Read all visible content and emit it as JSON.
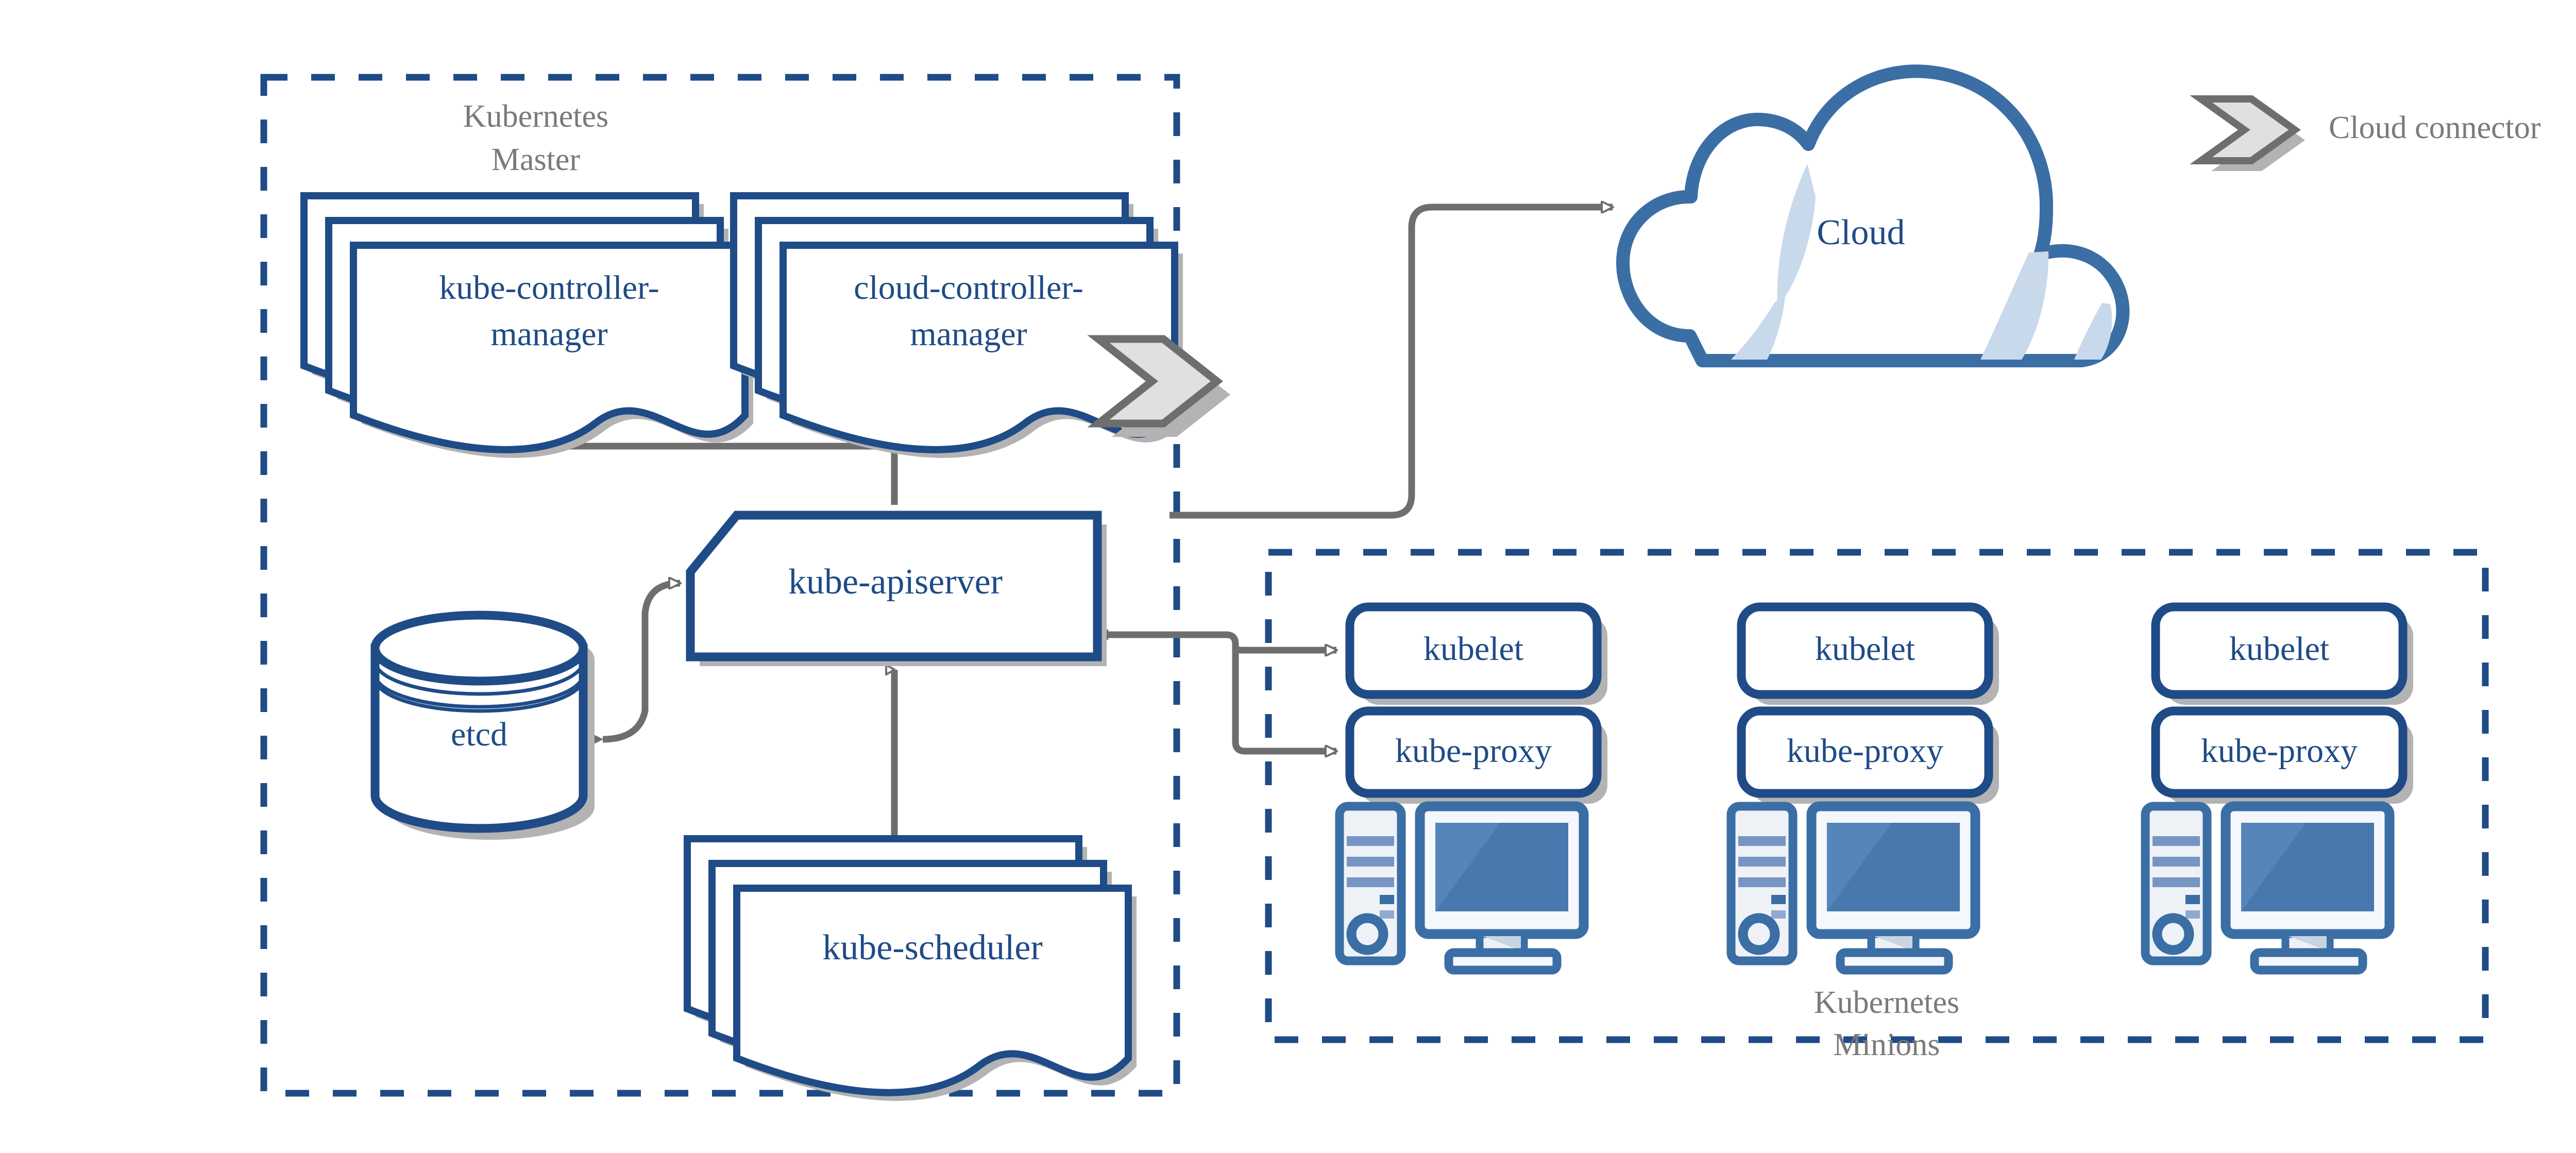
{
  "diagram": {
    "title_semantics": "kubernetes-architecture-diagram",
    "colors": {
      "primary_blue": "#1F4B87",
      "dash_blue": "#1F4B87",
      "cloud_blue": "#3A6EA5",
      "icon_blue": "#3A6EA5",
      "screen_blue": "#4878AE",
      "screen_highlight": "#5585BA",
      "icon_light": "#EEF2F7",
      "icon_bar": "#7795C4",
      "icon_bar_light": "#8FAACF",
      "cloud_shade": "#C9D9EC",
      "connector_gray": "#6E6E6E",
      "connector_fill": "#E0E0E0",
      "arrow_gray": "#6E6E6E",
      "shadow_gray": "#B3B3B3",
      "label_gray": "#7A7A7A",
      "white": "#FFFFFF"
    }
  },
  "groups": [
    {
      "id": "kubernetes-master",
      "label_line1": "Kubernetes",
      "label_line2": "Master",
      "border_style": "dashed"
    },
    {
      "id": "kubernetes-minions",
      "label_line1": "Kubernetes",
      "label_line2": "Minions",
      "border_style": "dashed"
    }
  ],
  "master_nodes": {
    "kube_controller_manager": {
      "label_line1": "kube-controller-",
      "label_line2": "manager",
      "shape": "document-stack",
      "stack_count": 3
    },
    "cloud_controller_manager": {
      "label_line1": "cloud-controller-",
      "label_line2": "manager",
      "shape": "document-stack",
      "stack_count": 3
    },
    "kube_apiserver": {
      "label": "kube-apiserver",
      "shape": "cut-corner-rect"
    },
    "etcd": {
      "label": "etcd",
      "shape": "cylinder"
    },
    "kube_scheduler": {
      "label": "kube-scheduler",
      "shape": "document-stack",
      "stack_count": 3
    }
  },
  "cloud": {
    "label": "Cloud",
    "shape": "cloud"
  },
  "legend": {
    "cloud_connector": {
      "label": "Cloud connector",
      "icon": "chevron-connector-icon"
    }
  },
  "minions": [
    {
      "id": "minion-1",
      "kubelet_label": "kubelet",
      "kube_proxy_label": "kube-proxy",
      "host_icon": "computer-icon"
    },
    {
      "id": "minion-2",
      "kubelet_label": "kubelet",
      "kube_proxy_label": "kube-proxy",
      "host_icon": "computer-icon"
    },
    {
      "id": "minion-3",
      "kubelet_label": "kubelet",
      "kube_proxy_label": "kube-proxy",
      "host_icon": "computer-icon"
    }
  ],
  "connectors": [
    {
      "id": "apiserver-to-kube-controller-manager",
      "direction": "up-left"
    },
    {
      "id": "apiserver-to-cloud-controller-manager",
      "direction": "up-right"
    },
    {
      "id": "apiserver-to-junction",
      "direction": "down"
    },
    {
      "id": "etcd-to-apiserver",
      "direction": "bidirectional"
    },
    {
      "id": "apiserver-to-scheduler",
      "direction": "bidirectional"
    },
    {
      "id": "apiserver-to-kubelet",
      "direction": "right"
    },
    {
      "id": "apiserver-to-kube-proxy",
      "direction": "right"
    },
    {
      "id": "cloud-controller-manager-to-cloud",
      "direction": "right"
    }
  ]
}
